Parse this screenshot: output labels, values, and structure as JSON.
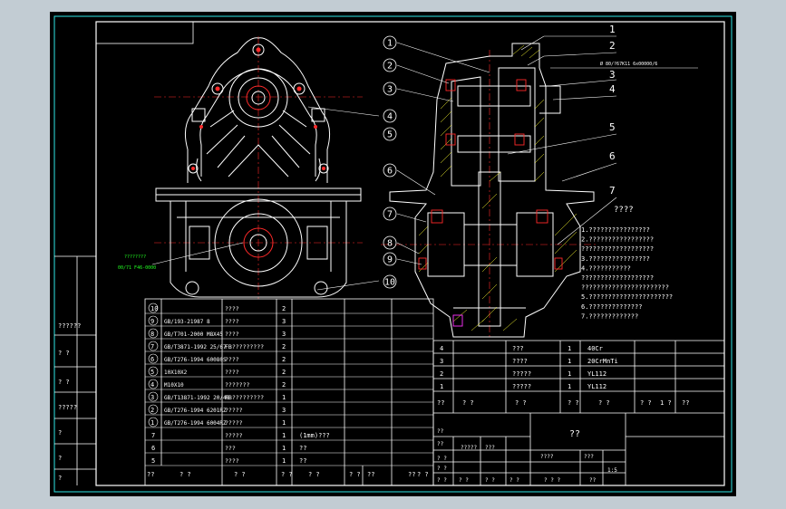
{
  "colors": {
    "bg": "#000000",
    "frame": "#2ee6e6",
    "white": "#ffffff",
    "red": "#ff2a2a",
    "green": "#22ff22",
    "yellow": "#ffff30",
    "magenta": "#ff33ff",
    "gray": "#9a9a9a"
  },
  "front_view": {
    "note_line1": "????????",
    "note_line2": "00/71 F46-0000"
  },
  "section_view": {
    "fit_note": "Ø 80/?67K11 6x00000/6"
  },
  "left_callouts": [
    "1",
    "2",
    "3",
    "4",
    "5",
    "6",
    "7",
    "8",
    "9",
    "10"
  ],
  "right_callouts": [
    "1",
    "2",
    "3",
    "4",
    "5",
    "6",
    "7"
  ],
  "front_callouts": [
    "4",
    "5",
    "10"
  ],
  "tech_requirements": {
    "title": "????",
    "lines": [
      "1.????????????????",
      "2.?????????????????",
      "???????????????????",
      "3.????????????????",
      "4.???????????",
      "???????????????????",
      "???????????????????????",
      "5.??????????????????????",
      "6.??????????????",
      "7.?????????????"
    ]
  },
  "left_margin": [
    "??????",
    "? ?",
    "? ?",
    "?????",
    "?",
    "?",
    "?"
  ],
  "bom_lower": {
    "rows": [
      {
        "no": "10",
        "code": "",
        "name": "????",
        "qty": "2",
        "mat": ""
      },
      {
        "no": "9",
        "code": "GB/193-21987  8",
        "name": "????",
        "qty": "3",
        "mat": ""
      },
      {
        "no": "8",
        "code": "GB/T701-2000 M8X45",
        "name": "????",
        "qty": "3",
        "mat": ""
      },
      {
        "no": "7",
        "code": "GB/T3871-1992 25/67",
        "name": "FB?????????",
        "qty": "2",
        "mat": ""
      },
      {
        "no": "6",
        "code": "GB/T276-1994 60080S",
        "name": "????",
        "qty": "2",
        "mat": ""
      },
      {
        "no": "5",
        "code": "10X10X2",
        "name": "????",
        "qty": "2",
        "mat": ""
      },
      {
        "no": "4",
        "code": "M10X10",
        "name": "???????",
        "qty": "2",
        "mat": ""
      },
      {
        "no": "3",
        "code": "GB/T13871-1992 20/48",
        "name": "FB?????????",
        "qty": "1",
        "mat": ""
      },
      {
        "no": "2",
        "code": "GB/T276-1994 6201RZ",
        "name": "?????",
        "qty": "3",
        "mat": ""
      },
      {
        "no": "1",
        "code": "GB/T276-1994 6004RZ",
        "name": "?????",
        "qty": "1",
        "mat": ""
      },
      {
        "no": "7",
        "code": "",
        "name": "?????",
        "qty": "1",
        "mat": "(1mm)???"
      },
      {
        "no": "6",
        "code": "",
        "name": "???",
        "qty": "1",
        "mat": "??"
      },
      {
        "no": "5",
        "code": "",
        "name": "????",
        "qty": "1",
        "mat": "??"
      }
    ],
    "header": [
      "??",
      "?  ?",
      "?  ?",
      "? ?",
      "? ?",
      "?  ?",
      "??",
      "??",
      "?  ?"
    ]
  },
  "bom_upper": {
    "rows": [
      {
        "no": "4",
        "name": "???",
        "qty": "1",
        "mat": "40Cr"
      },
      {
        "no": "3",
        "name": "????",
        "qty": "1",
        "mat": "20CrMnTi"
      },
      {
        "no": "2",
        "name": "?????",
        "qty": "1",
        "mat": "YL112"
      },
      {
        "no": "1",
        "name": "?????",
        "qty": "1",
        "mat": "YL112"
      }
    ],
    "header": [
      "??",
      "?  ?",
      "?  ?",
      "? ?",
      "? ?",
      "? ?",
      "1 ?",
      "??"
    ]
  },
  "title_block": {
    "name": "??",
    "cells": [
      "??",
      "??",
      "?????",
      "???",
      "????",
      "???",
      "1:5",
      "? ?",
      "? ?",
      "? ?",
      "? ?",
      "? ?",
      "? ?",
      "? ? ?",
      "??"
    ]
  }
}
